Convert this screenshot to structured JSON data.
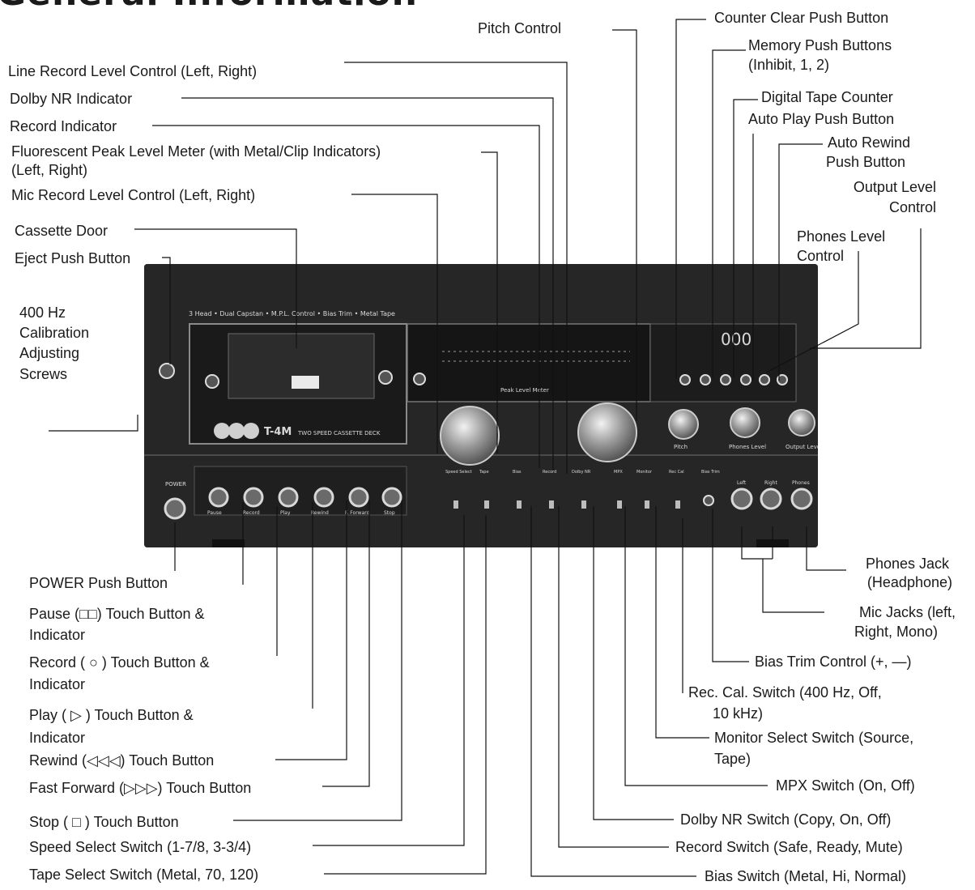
{
  "heading": "General Information",
  "panel": {
    "features_strip": "3 Head • Dual Capstan • M.P.L. Control • Bias Trim • Metal Tape",
    "model": "T-4M",
    "model_subtitle": "TWO SPEED CASSETTE DECK",
    "meter_caption": "Peak Level Meter",
    "power": "POWER",
    "counter_display": "000",
    "transport": [
      "Pause",
      "Record",
      "Play",
      "Rewind",
      "F. Forward",
      "Stop"
    ],
    "knob_labels": [
      "Pitch",
      "Phones Level",
      "Output Level"
    ],
    "switch_labels": [
      "Speed Select",
      "Tape",
      "Bias",
      "Record",
      "Dolby NR",
      "MPX",
      "Monitor",
      "Rec Cal",
      "Bias Trim"
    ],
    "jack_labels": [
      "Left",
      "Right",
      "Phones"
    ]
  },
  "labels_left": {
    "line_record_level": "Line Record Level Control (Left, Right)",
    "dolby_nr_indicator": "Dolby NR Indicator",
    "record_indicator": "Record Indicator",
    "fl_meter_1": "Fluorescent Peak Level Meter (with Metal/Clip Indicators)",
    "fl_meter_2": "(Left, Right)",
    "mic_record_level": "Mic Record  Level Control (Left, Right)",
    "cassette_door": "Cassette Door",
    "eject": "Eject Push Button",
    "calib_1": "400 Hz",
    "calib_2": "Calibration",
    "calib_3": "Adjusting",
    "calib_4": "Screws"
  },
  "labels_top_right": {
    "pitch_control": "Pitch Control",
    "counter_clear": "Counter Clear Push Button",
    "memory_1": "Memory Push Buttons",
    "memory_2": "(Inhibit, 1, 2)",
    "digital_counter": "Digital Tape Counter",
    "auto_play": "Auto Play Push Button",
    "auto_rewind_1": "Auto Rewind",
    "auto_rewind_2": "Push Button",
    "output_level_1": "Output Level",
    "output_level_2": "Control",
    "phones_level_1": "Phones Level",
    "phones_level_2": "Control"
  },
  "labels_bottom_left": {
    "power": "POWER Push Button",
    "pause_1": "Pause (□□) Touch Button &",
    "pause_2": "Indicator",
    "record_1": "Record ( ○ ) Touch Button &",
    "record_2": "Indicator",
    "play_1": "Play ( ▷ ) Touch Button &",
    "play_2": "Indicator",
    "rewind": "Rewind (◁◁◁) Touch Button",
    "fast_forward": "Fast Forward (▷▷▷) Touch Button",
    "stop": "Stop ( □ ) Touch Button",
    "speed_select": "Speed Select Switch (1-7/8, 3-3/4)",
    "tape_select": "Tape Select Switch (Metal, 70, 120)"
  },
  "labels_bottom_right": {
    "phones_jack_1": "Phones Jack",
    "phones_jack_2": "(Headphone)",
    "mic_jacks_1": "Mic Jacks (left,",
    "mic_jacks_2": "Right, Mono)",
    "bias_trim": "Bias Trim Control (+, —)",
    "rec_cal_1": "Rec. Cal. Switch (400 Hz, Off,",
    "rec_cal_2": "10 kHz)",
    "monitor_1": "Monitor Select Switch (Source,",
    "monitor_2": "Tape)",
    "mpx": "MPX Switch (On, Off)",
    "dolby_switch": "Dolby NR Switch (Copy, On, Off)",
    "record_switch": "Record Switch (Safe, Ready, Mute)",
    "bias_switch": "Bias Switch (Metal, Hi, Normal)"
  }
}
